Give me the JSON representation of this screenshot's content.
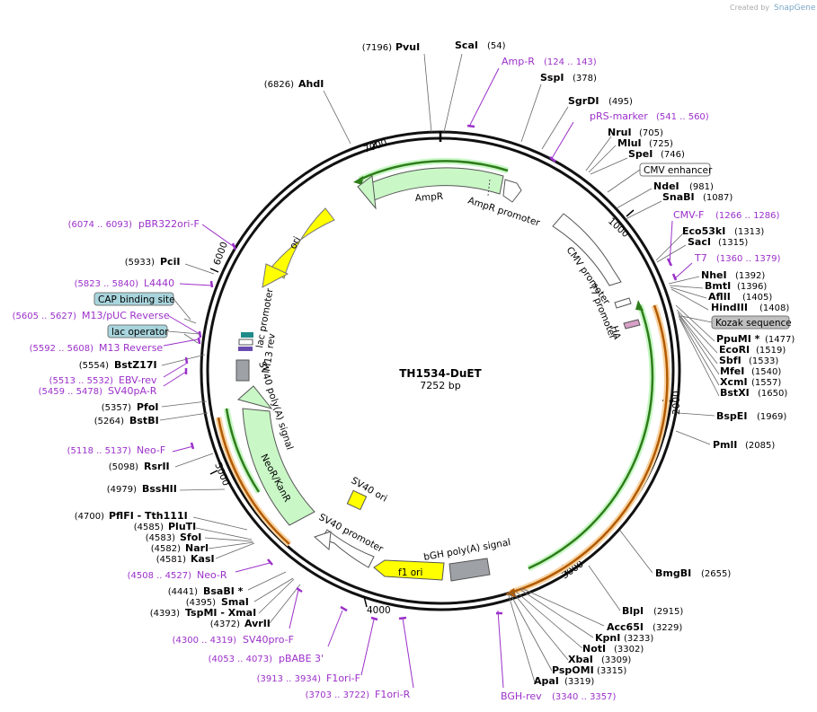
{
  "credit": {
    "prefix": "Created by",
    "brand": "SnapGene"
  },
  "plasmid": {
    "name": "TH1534-DuET",
    "length": "7252 bp"
  },
  "ticks": [
    "1000",
    "2000",
    "3000",
    "4000",
    "5000",
    "6000",
    "7000"
  ],
  "sites": [
    {
      "pos": "(7196)",
      "name": "PvuI"
    },
    {
      "pos": "(54)",
      "name": "ScaI"
    },
    {
      "pos": "(378)",
      "name": "SspI"
    },
    {
      "pos": "(495)",
      "name": "SgrDI"
    },
    {
      "pos": "(705)",
      "name": "NruI"
    },
    {
      "pos": "(725)",
      "name": "MluI"
    },
    {
      "pos": "(746)",
      "name": "SpeI"
    },
    {
      "pos": "(981)",
      "name": "NdeI"
    },
    {
      "pos": "(1087)",
      "name": "SnaBI"
    },
    {
      "pos": "(1313)",
      "name": "Eco53kI"
    },
    {
      "pos": "(1315)",
      "name": "SacI"
    },
    {
      "pos": "(1392)",
      "name": "NheI"
    },
    {
      "pos": "(1396)",
      "name": "BmtI"
    },
    {
      "pos": "(1405)",
      "name": "AflII"
    },
    {
      "pos": "(1408)",
      "name": "HindIII"
    },
    {
      "pos": "(1477)",
      "name": "PpuMI *"
    },
    {
      "pos": "(1519)",
      "name": "EcoRI"
    },
    {
      "pos": "(1533)",
      "name": "SbfI"
    },
    {
      "pos": "(1540)",
      "name": "MfeI"
    },
    {
      "pos": "(1557)",
      "name": "XcmI"
    },
    {
      "pos": "(1650)",
      "name": "BstXI"
    },
    {
      "pos": "(1969)",
      "name": "BspEI"
    },
    {
      "pos": "(2085)",
      "name": "PmlI"
    },
    {
      "pos": "(2655)",
      "name": "BmgBI"
    },
    {
      "pos": "(2915)",
      "name": "BlpI"
    },
    {
      "pos": "(3229)",
      "name": "Acc65I"
    },
    {
      "pos": "(3233)",
      "name": "KpnI"
    },
    {
      "pos": "(3302)",
      "name": "NotI"
    },
    {
      "pos": "(3309)",
      "name": "XbaI"
    },
    {
      "pos": "(3315)",
      "name": "PspOMI"
    },
    {
      "pos": "(3319)",
      "name": "ApaI"
    },
    {
      "pos": "(6826)",
      "name": "AhdI"
    },
    {
      "pos": "(5933)",
      "name": "PciI"
    },
    {
      "pos": "(5554)",
      "name": "BstZ17I"
    },
    {
      "pos": "(5357)",
      "name": "PfoI"
    },
    {
      "pos": "(5264)",
      "name": "BstBI"
    },
    {
      "pos": "(5098)",
      "name": "RsrII"
    },
    {
      "pos": "(4979)",
      "name": "BssHII"
    },
    {
      "pos": "(4700)",
      "name": "PflFI - Tth111I"
    },
    {
      "pos": "(4585)",
      "name": "PluTI"
    },
    {
      "pos": "(4583)",
      "name": "SfoI"
    },
    {
      "pos": "(4582)",
      "name": "NarI"
    },
    {
      "pos": "(4581)",
      "name": "KasI"
    },
    {
      "pos": "(4441)",
      "name": "BsaBI *"
    },
    {
      "pos": "(4395)",
      "name": "SmaI"
    },
    {
      "pos": "(4393)",
      "name": "TspMI - XmaI"
    },
    {
      "pos": "(4372)",
      "name": "AvrII"
    }
  ],
  "primers": [
    {
      "name": "Amp-R",
      "range": "(124 .. 143)"
    },
    {
      "name": "pRS-marker",
      "range": "(541 .. 560)"
    },
    {
      "name": "CMV-F",
      "range": "(1266 .. 1286)"
    },
    {
      "name": "T7",
      "range": "(1360 .. 1379)"
    },
    {
      "name": "BGH-rev",
      "range": "(3340 .. 3357)"
    },
    {
      "name": "F1ori-R",
      "range": "(3703 .. 3722)"
    },
    {
      "name": "F1ori-F",
      "range": "(3913 .. 3934)"
    },
    {
      "name": "pBABE 3'",
      "range": "(4053 .. 4073)"
    },
    {
      "name": "SV40pro-F",
      "range": "(4300 .. 4319)"
    },
    {
      "name": "Neo-R",
      "range": "(4508 .. 4527)"
    },
    {
      "name": "Neo-F",
      "range": "(5118 .. 5137)"
    },
    {
      "name": "SV40pA-R",
      "range": "(5459 .. 5478)"
    },
    {
      "name": "EBV-rev",
      "range": "(5513 .. 5532)"
    },
    {
      "name": "M13 Reverse",
      "range": "(5592 .. 5608)"
    },
    {
      "name": "M13/pUC Reverse",
      "range": "(5605 .. 5627)"
    },
    {
      "name": "L4440",
      "range": "(5823 .. 5840)"
    },
    {
      "name": "pBR322ori-F",
      "range": "(6074 .. 6093)"
    }
  ],
  "boxed": [
    "CMV enhancer",
    "Kozak sequence",
    "CAP binding site",
    "lac operator"
  ],
  "features": [
    "AmpR",
    "AmpR promoter",
    "ori",
    "CMV promoter",
    "T7 promoter",
    "HA",
    "lac promoter",
    "M13 rev",
    "SV40 poly(A) signal",
    "NeoR/KanR",
    "SV40 ori",
    "SV40 promoter",
    "f1 ori",
    "bGH poly(A) signal"
  ],
  "colors": {
    "primer": "#9b30c9",
    "ampr": "#c9f7c6",
    "ori": "#ffff00",
    "neo": "#c9f7c6",
    "grey": "#9ea1a6",
    "orf_green": "#2e7d1a",
    "orf_orange": "#f2a93b",
    "box_blue": "#a8d5dd",
    "box_grey": "#c0c0c0"
  }
}
